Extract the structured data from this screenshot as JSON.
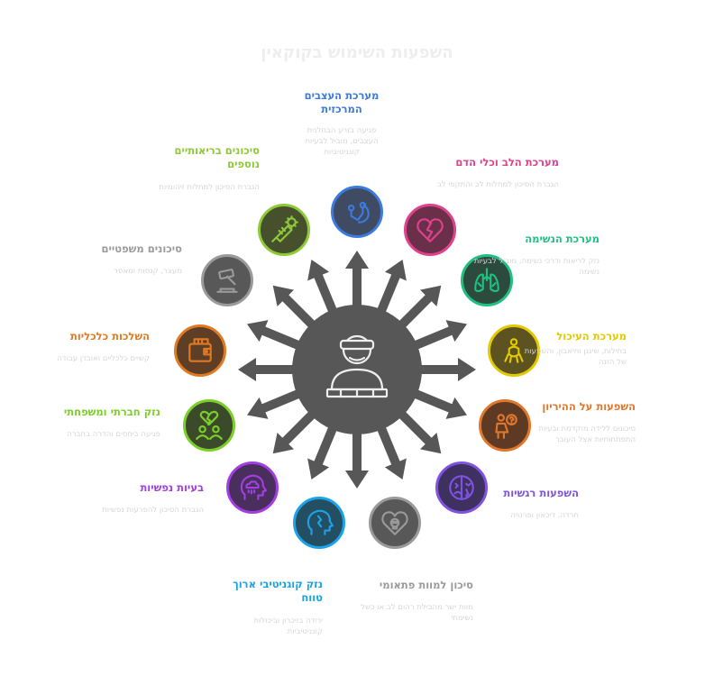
{
  "title": "השפעות השימוש בקוקאין",
  "center": {
    "icon": "blindfolded-person-icon"
  },
  "items": [
    {
      "label": "מערכת העצבים המרכזית",
      "desc": "פגיעה בזרע הבחלנית העצבים, מוביל לבעיות קוגניטיביות",
      "color": "#3b7be0",
      "fill": "#3f4b63",
      "icon": "brain-nerve-icon"
    },
    {
      "label": "מערכת הלב וכלי הדם",
      "desc": "הגברת הסיכון למחלות לב והתקפי לב",
      "color": "#e0408c",
      "fill": "#6b3049",
      "icon": "broken-heart-icon"
    },
    {
      "label": "מערכת הנשימה",
      "desc": "נזק לריאות ודרכי נשימה, מוביל לבעיות נשימה",
      "color": "#20c082",
      "fill": "#2d4a3e",
      "icon": "lungs-icon"
    },
    {
      "label": "מערכת העיכול",
      "desc": "בחילות, שיגנן ותיאבון, והשפעות של הזנה",
      "color": "#e2c900",
      "fill": "#5c5320",
      "icon": "digestive-icon"
    },
    {
      "label": "השפעות על ההיריון",
      "desc": "סיכונים ללידה מוקדמת ובעיות התפתחותיות אצל העובר",
      "color": "#e0772a",
      "fill": "#5e3a25",
      "icon": "pregnancy-icon"
    },
    {
      "label": "השפעות רגשיות",
      "desc": "חרדה, דיכאון ופרנויה",
      "color": "#7f52e0",
      "fill": "#3e3160",
      "icon": "emotional-face-icon"
    },
    {
      "label": "סיכון למוות פתאומי",
      "desc": "מוות ישר מהבילת רהום לב או כשל נשימתי",
      "color": "#9a9a9a",
      "fill": "#585858",
      "icon": "heart-skull-icon"
    },
    {
      "label": "נזק קוגניטיבי ארוך טווח",
      "desc": "ירידה בזיכרון וביכולות קוגניטיביות",
      "color": "#1aa3e8",
      "fill": "#244f62",
      "icon": "cracked-head-icon"
    },
    {
      "label": "בעיות נפשיות",
      "desc": "הגברת הסיכון להפרעות נפשיות",
      "color": "#a23fe0",
      "fill": "#4a2e5e",
      "icon": "stormy-mind-icon"
    },
    {
      "label": "נזק חברתי ומשפחתי",
      "desc": "פגיעה ביחסים והדרה בחברה",
      "color": "#7ccf2a",
      "fill": "#3c4a2c",
      "icon": "broken-family-icon"
    },
    {
      "label": "השלכות כלכליות",
      "desc": "קשיים כלכליים ואובדן עבודה",
      "color": "#e07a22",
      "fill": "#5e3e25",
      "icon": "empty-wallet-icon"
    },
    {
      "label": "סיכונים משפטיים",
      "desc": "מעצר, קנסות ומאסר",
      "color": "#9a9a9a",
      "fill": "#585858",
      "icon": "gavel-icon"
    },
    {
      "label": "סיכונים בריאותיים נוספים",
      "desc": "הגברת הסיכון למחלות זיהומיות",
      "color": "#8fc93a",
      "fill": "#46502c",
      "icon": "syringe-virus-icon"
    }
  ]
}
